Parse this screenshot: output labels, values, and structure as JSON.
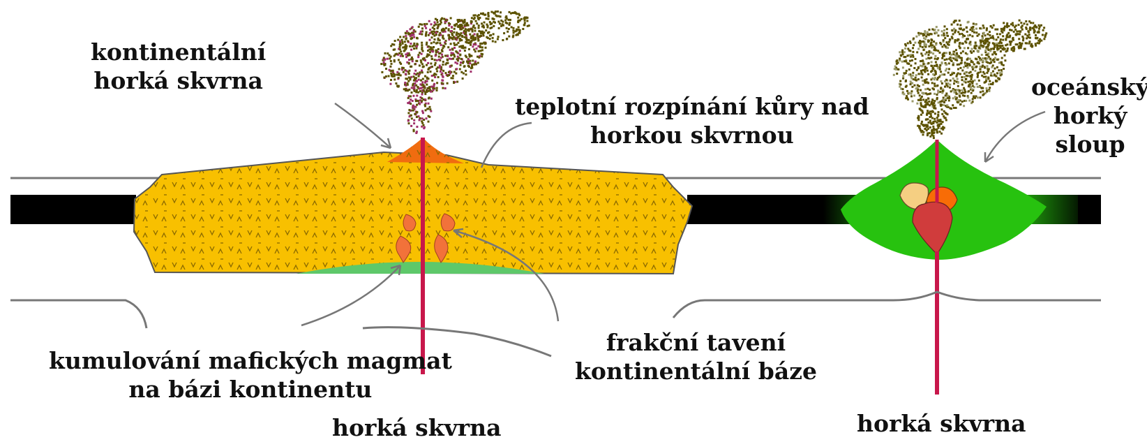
{
  "labels": {
    "continental_hotspot": [
      "kontinentální",
      "horká skvrna"
    ],
    "thermal_expansion": [
      "teplotní rozpínání kůry nad",
      "horkou skvrnou"
    ],
    "oceanic_plume": [
      "oceánský",
      "horký",
      "sloup"
    ],
    "mafic_accumulation": [
      "kumulování mafických magmat",
      "na bázi kontinentu"
    ],
    "fractional_melting": [
      "frakční tavení",
      "kontinentální báze"
    ],
    "hotspot_left": "horká skvrna",
    "hotspot_right": "horká skvrna"
  },
  "colors": {
    "continental_crust": "#f8c000",
    "crust_pattern": "#8a6a00",
    "oceanic_lithosphere": "#000000",
    "oceanic_volcano": "#27c20f",
    "mafic_underplate": "#5ec86a",
    "summit_cone": "#f06c10",
    "magma_blob": "#f2723a",
    "hotspot_conduit": "#c8174b",
    "ash_plume": "#5c5200",
    "ash_plume_accent": "#a0306a",
    "chamber_light": "#f5cf82",
    "chamber_orange": "#f86c06",
    "chamber_red": "#d03c3c",
    "outline": "#555555"
  }
}
